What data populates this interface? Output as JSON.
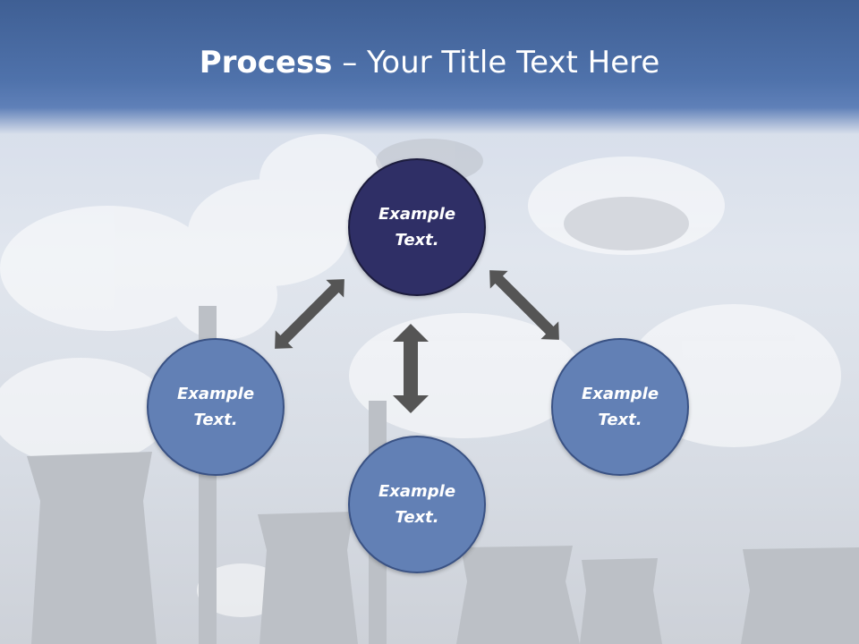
{
  "title": {
    "bold": "Process",
    "rest": " – Your Title Text Here"
  },
  "nodes": [
    {
      "id": "top",
      "label_line1": "Example",
      "label_line2": "Text."
    },
    {
      "id": "left",
      "label_line1": "Example",
      "label_line2": "Text."
    },
    {
      "id": "right",
      "label_line1": "Example",
      "label_line2": "Text."
    },
    {
      "id": "bottom",
      "label_line1": "Example",
      "label_line2": "Text."
    }
  ],
  "colors": {
    "header": "#4f72ab",
    "node_dark": "#2f2f66",
    "node_light": "#6280b5",
    "arrow": "#555555"
  }
}
